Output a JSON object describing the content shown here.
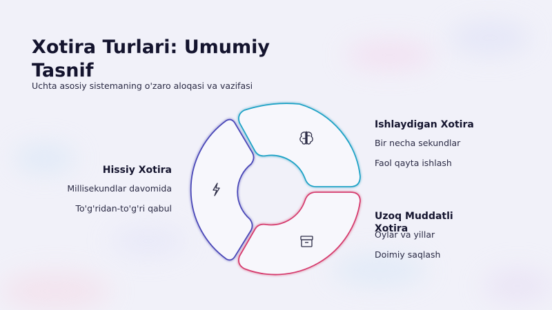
{
  "title": "Xotira Turlari: Umumiy Tasnif",
  "subtitle": "Uchta asosiy sistemaning o'zaro aloqasi va vazifasi",
  "segments": [
    {
      "name": "Hissiy Xotira",
      "lines": [
        "Millisekundlar davomida",
        "To'g'ridan-to'g'ri qabul"
      ],
      "icon": "lightning-icon",
      "color": "#4a46b8"
    },
    {
      "name": "Ishlaydigan Xotira",
      "lines": [
        "Bir necha sekundlar",
        "Faol qayta ishlash"
      ],
      "icon": "brain-icon",
      "color": "#1ba3c6"
    },
    {
      "name": "Uzoq Muddatli Xotira",
      "lines": [
        "Oylar va yillar",
        "Doimiy saqlash"
      ],
      "icon": "archive-icon",
      "color": "#d63a6e"
    }
  ]
}
